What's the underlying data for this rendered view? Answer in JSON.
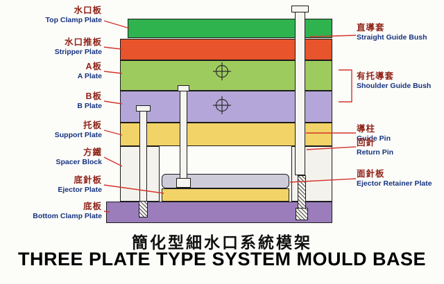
{
  "title": {
    "cn": "簡化型細水口系統模架",
    "en": "THREE PLATE TYPE SYSTEM MOULD BASE"
  },
  "labels": {
    "left": [
      {
        "cn": "水口板",
        "en": "Top Clamp Plate"
      },
      {
        "cn": "水口推板",
        "en": "Stripper Plate"
      },
      {
        "cn": "A板",
        "en": "A Plate"
      },
      {
        "cn": "B板",
        "en": "B Plate"
      },
      {
        "cn": "托板",
        "en": "Support Plate"
      },
      {
        "cn": "方鐵",
        "en": "Spacer Block"
      },
      {
        "cn": "底針板",
        "en": "Ejector Plate"
      },
      {
        "cn": "底板",
        "en": "Bottom Clamp Plate"
      }
    ],
    "right": [
      {
        "cn": "直導套",
        "en": "Straight Guide Bush"
      },
      {
        "cn": "有托導套",
        "en": "Shoulder Guide Bush"
      },
      {
        "cn": "導柱",
        "en": "Guide Pin"
      },
      {
        "cn": "回針",
        "en": "Return Pin"
      },
      {
        "cn": "面針板",
        "en": "Ejector Retainer Plate"
      }
    ]
  },
  "colors": {
    "top_clamp": "#2fb34f",
    "stripper": "#e8542b",
    "a_plate": "#9ecb5e",
    "b_plate": "#b4a6d8",
    "support": "#f2d368",
    "spacer": "#f4f2ec",
    "ejector_retainer": "#cdccd8",
    "ejector": "#f2d368",
    "bottom_clamp": "#9b7dbb",
    "leader": "#d4342c",
    "cn_text": "#8f2318",
    "en_text": "#16337f"
  }
}
